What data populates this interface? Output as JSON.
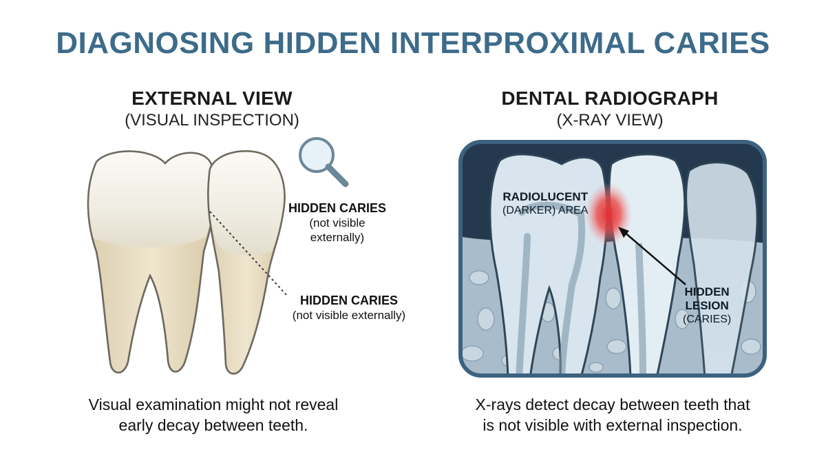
{
  "title": "DIAGNOSING HIDDEN INTERPROXIMAL CARIES",
  "left_panel": {
    "title": "EXTERNAL VIEW",
    "subtitle": "(VISUAL INSPECTION)",
    "callout_1": {
      "title": "HIDDEN CARIES",
      "line1": "(not visible",
      "line2": "externally)"
    },
    "callout_2": {
      "title": "HIDDEN CARIES",
      "line1": "(not visible externally)"
    },
    "caption_line1": "Visual examination might not reveal",
    "caption_line2": "early decay between teeth.",
    "icon": "magnifying-glass-icon"
  },
  "right_panel": {
    "title": "DENTAL RADIOGRAPH",
    "subtitle": "(X-RAY VIEW)",
    "label_radiolucent": {
      "line1": "RADIOLUCENT",
      "line2": "(DARKER) AREA"
    },
    "label_lesion": {
      "line1": "HIDDEN",
      "line2": "LESION",
      "line3": "(CARIES)"
    },
    "caption_line1": "X-rays detect decay between teeth that",
    "caption_line2": "is not visible with external inspection.",
    "lesion_color": "#e53030"
  },
  "colors": {
    "title": "#3d6b8a",
    "xray_frame": "#3d6280",
    "xray_background": "#24394d",
    "tooth_enamel": "#f1efe8",
    "tooth_root": "#e8dcc0"
  }
}
